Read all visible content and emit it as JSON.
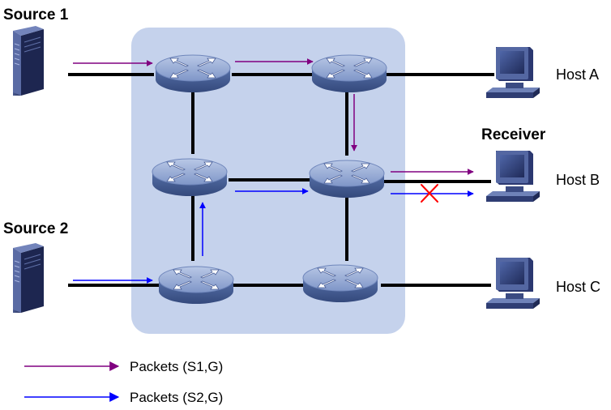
{
  "labels": {
    "source1": "Source 1",
    "source2": "Source 2",
    "receiver": "Receiver",
    "hostA": "Host A",
    "hostB": "Host B",
    "hostC": "Host C"
  },
  "legend": [
    {
      "label": "Packets (S1,G)",
      "color": "#800080"
    },
    {
      "label": "Packets (S2,G)",
      "color": "#0000ff"
    }
  ],
  "colors": {
    "domain": "#c5d2ec",
    "link": "#000000",
    "s1_flow": "#800080",
    "s2_flow": "#0000ff",
    "blocked": "#ff0000"
  }
}
